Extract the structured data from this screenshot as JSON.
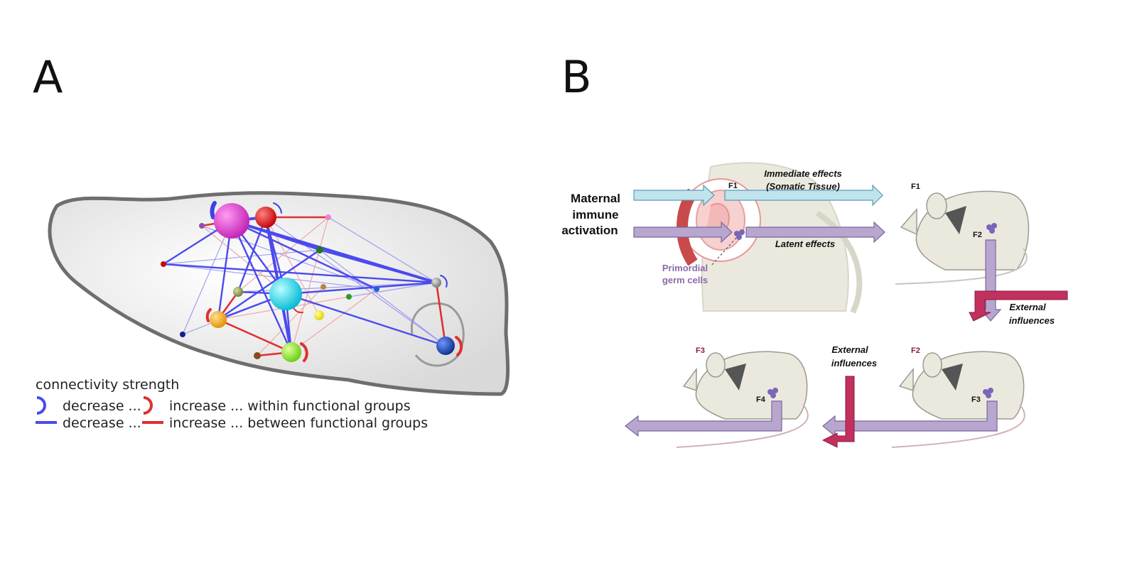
{
  "panel_a": {
    "letter": "A",
    "legend": {
      "title": "connectivity strength",
      "row1_decrease": "decrease ...",
      "row1_increase": "increase ... within functional groups",
      "row2_decrease": "decrease ...",
      "row2_increase": "increase ... between functional groups"
    },
    "colors": {
      "decrease": "#4a4aee",
      "increase": "#e03030"
    }
  },
  "panel_b": {
    "letter": "B",
    "maternal": [
      "Maternal",
      "immune",
      "activation"
    ],
    "immediate": [
      "Immediate effects",
      "(Somatic Tissue)"
    ],
    "latent": "Latent effects",
    "primordial": [
      "Primordial",
      "germ cells"
    ],
    "external_right": [
      "External",
      "influences"
    ],
    "external_bottom": [
      "External",
      "influences"
    ],
    "gen_f1_mother": "F1",
    "gen_f1_mouse": "F1",
    "gen_f2_inner": "F2",
    "gen_f2_mouse": "F2",
    "gen_f3_inner": "F3",
    "gen_f3_mouse": "F3",
    "gen_f4_inner": "F4",
    "colors": {
      "immediate_arrow": "#bfe4ee",
      "latent_arrow": "#b8a6cf",
      "external_arrow": "#c2305e",
      "germ": "#7a66b8"
    }
  }
}
